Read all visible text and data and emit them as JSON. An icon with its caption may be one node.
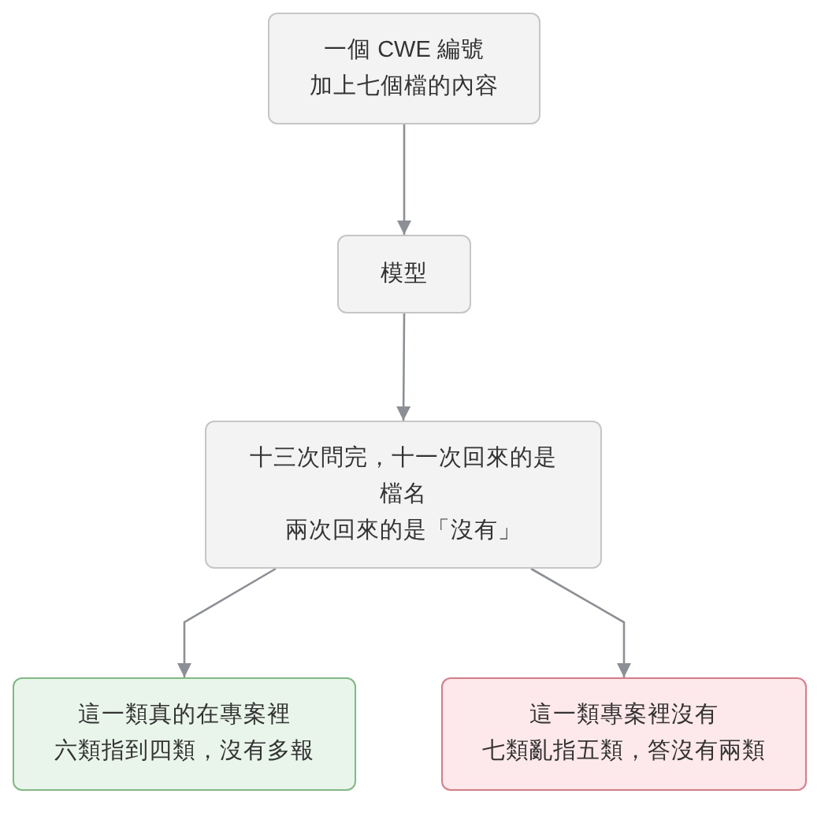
{
  "diagram": {
    "nodes": [
      {
        "text": [
          "一個 CWE 編號加上七個檔的內容"
        ]
      },
      {
        "text": [
          "模型"
        ]
      },
      {
        "text": [
          "十三次問完，十一次回來的是檔名兩次回來的是「沒有」"
        ]
      },
      {
        "text": [
          "這一類真的在專案裡六類指到四類，沒有多報"
        ]
      },
      {
        "text": [
          "這一類專案裡沒有七類亂指五類，答沒有兩類"
        ]
      }
    ],
    "edges": [
      {
        "from": 0,
        "to": 1,
        "arrow": "to"
      },
      {
        "from": 1,
        "to": 2,
        "arrow": "to"
      },
      {
        "from": 2,
        "to": 3,
        "arrow": "to"
      },
      {
        "from": 2,
        "to": 4,
        "arrow": "to"
      }
    ]
  }
}
